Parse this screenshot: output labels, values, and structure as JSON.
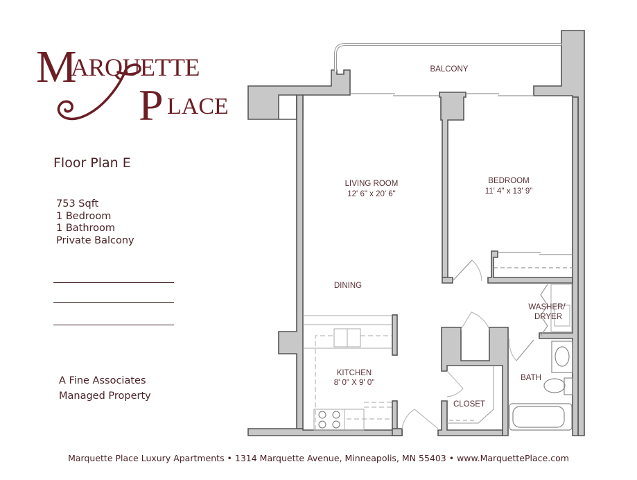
{
  "brand": {
    "name_line1": "MARQUETTE",
    "name_line2": "PLACE",
    "initial1": "M",
    "rest1": "ARQUETTE",
    "initial2": "P",
    "rest2": "LACE",
    "color": "#6b1e24"
  },
  "plan": {
    "title": "Floor Plan E",
    "specs": [
      "753 Sqft",
      "1 Bedroom",
      "1 Bathroom",
      "Private Balcony"
    ],
    "blank_lines": 3
  },
  "management": {
    "line1": "A Fine Associates",
    "line2": "Managed Property"
  },
  "footer": {
    "text": "Marquette Place Luxury Apartments • 1314 Marquette Avenue, Minneapolis, MN 55403 • www.MarquettePlace.com"
  },
  "rooms": {
    "balcony": {
      "name": "BALCONY"
    },
    "living": {
      "name": "LIVING ROOM",
      "dims": "12' 6\" x 20' 6\""
    },
    "bedroom": {
      "name": "BEDROOM",
      "dims": "11' 4\" x 13' 9\""
    },
    "dining": {
      "name": "DINING"
    },
    "kitchen": {
      "name": "KITCHEN",
      "dims": "8' 0\" X 9' 0\""
    },
    "washer": {
      "name1": "WASHER/",
      "name2": "DRYER"
    },
    "bath": {
      "name": "BATH"
    },
    "closet": {
      "name": "CLOSET"
    }
  },
  "colors": {
    "wall_fill": "#c8c8c8",
    "wall_stroke": "#555555",
    "text": "#4a2326"
  }
}
